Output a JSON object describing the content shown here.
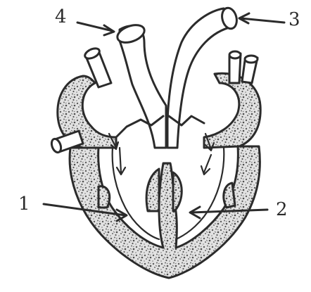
{
  "labels": {
    "one": "1",
    "two": "2",
    "three": "3",
    "four": "4"
  },
  "colors": {
    "ink": "#2b2b2b",
    "paper": "#ffffff",
    "speckle": "#7a7a7a"
  }
}
